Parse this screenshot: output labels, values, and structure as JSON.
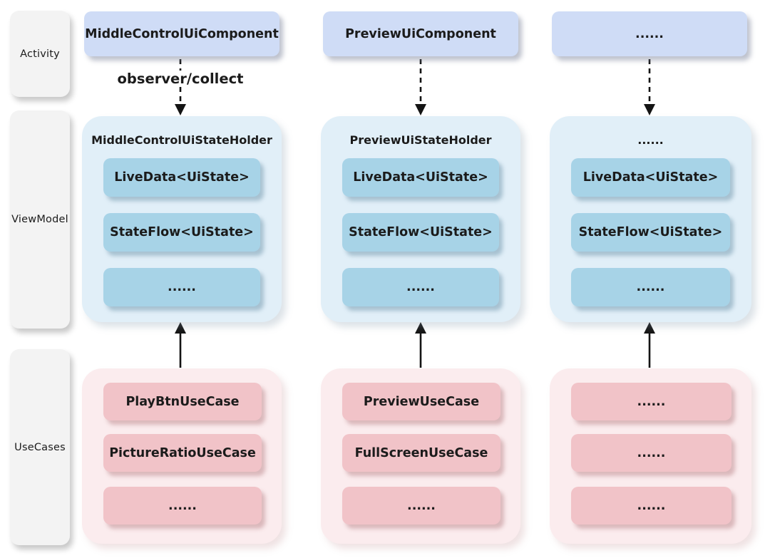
{
  "colors": {
    "page_background": "#ffffff",
    "sidebar_box": "#f3f3f3",
    "activity_box": "#cfdcf6",
    "vm_container": "#e1eff8",
    "vm_box": "#a7d3e7",
    "uc_container": "#fbecee",
    "uc_box": "#f1c3c8",
    "text": "#1b1b1b",
    "arrow": "#141414"
  },
  "sidebar": {
    "layers": [
      {
        "label": "Activity"
      },
      {
        "label": "ViewModel"
      },
      {
        "label": "UseCases"
      }
    ]
  },
  "arrow_label": "observer/collect",
  "columns": [
    {
      "activity_component": "MiddleControlUiComponent",
      "state_holder": {
        "title": "MiddleControlUiStateHolder",
        "items": [
          "LiveData<UiState>",
          "StateFlow<UiState>",
          "......"
        ]
      },
      "use_cases": [
        "PlayBtnUseCase",
        "PictureRatioUseCase",
        "......"
      ]
    },
    {
      "activity_component": "PreviewUiComponent",
      "state_holder": {
        "title": "PreviewUiStateHolder",
        "items": [
          "LiveData<UiState>",
          "StateFlow<UiState>",
          "......"
        ]
      },
      "use_cases": [
        "PreviewUseCase",
        "FullScreenUseCase",
        "......"
      ]
    },
    {
      "activity_component": "......",
      "state_holder": {
        "title": "......",
        "items": [
          "LiveData<UiState>",
          "StateFlow<UiState>",
          "......"
        ]
      },
      "use_cases": [
        "......",
        "......",
        "......"
      ]
    }
  ]
}
